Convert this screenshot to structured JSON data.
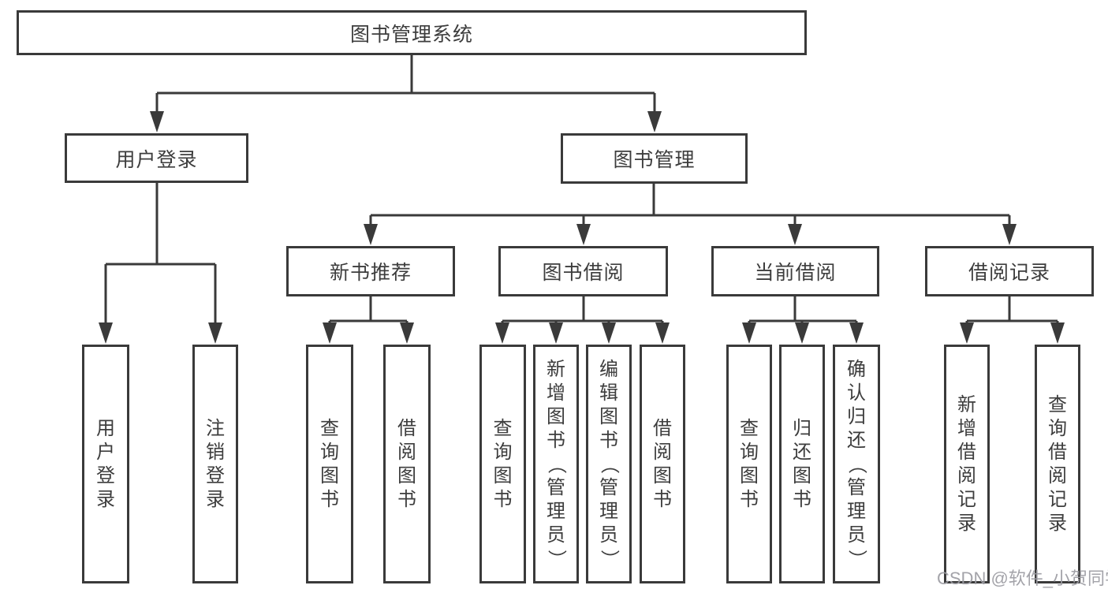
{
  "diagram": {
    "title": "图书管理系统",
    "watermark": "CSDN @软件_小贺同学",
    "colors": {
      "line": "#3a3a3a",
      "text": "#3d3d3d",
      "background": "#ffffff",
      "watermark": "#9b9ba2"
    },
    "nodes": {
      "root": {
        "label": "图书管理系统"
      },
      "user_login_module": {
        "label": "用户登录"
      },
      "book_management": {
        "label": "图书管理"
      },
      "new_book_recommend": {
        "label": "新书推荐"
      },
      "book_borrowing": {
        "label": "图书借阅"
      },
      "current_borrowing": {
        "label": "当前借阅"
      },
      "borrow_records": {
        "label": "借阅记录"
      },
      "user_login": {
        "label": "用户登录"
      },
      "logout_login": {
        "label": "注销登录"
      },
      "query_book_a": {
        "label": "查询图书"
      },
      "borrow_book_a": {
        "label": "借阅图书"
      },
      "query_book_b": {
        "label": "查询图书"
      },
      "add_book_admin": {
        "label": "新增图书（管理员）"
      },
      "edit_book_admin": {
        "label": "编辑图书（管理员）"
      },
      "borrow_book_b": {
        "label": "借阅图书"
      },
      "query_book_c": {
        "label": "查询图书"
      },
      "return_book": {
        "label": "归还图书"
      },
      "confirm_return_admin": {
        "label": "确认归还（管理员）"
      },
      "add_borrow_record": {
        "label": "新增借阅记录"
      },
      "query_borrow_record": {
        "label": "查询借阅记录"
      }
    },
    "edges": {
      "root": [
        "user_login_module",
        "book_management"
      ],
      "user_login_module": [
        "user_login",
        "logout_login"
      ],
      "book_management": [
        "new_book_recommend",
        "book_borrowing",
        "current_borrowing",
        "borrow_records"
      ],
      "new_book_recommend": [
        "query_book_a",
        "borrow_book_a"
      ],
      "book_borrowing": [
        "query_book_b",
        "add_book_admin",
        "edit_book_admin",
        "borrow_book_b"
      ],
      "current_borrowing": [
        "query_book_c",
        "return_book",
        "confirm_return_admin"
      ],
      "borrow_records": [
        "add_borrow_record",
        "query_borrow_record"
      ]
    }
  }
}
